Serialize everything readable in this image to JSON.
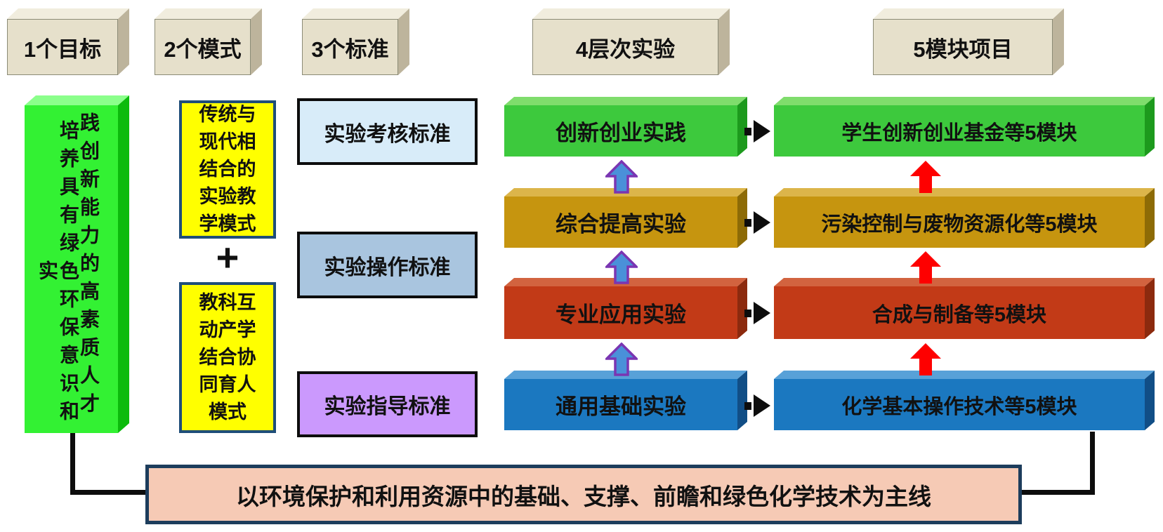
{
  "header": {
    "items": [
      "1个目标",
      "2个模式",
      "3个标准",
      "4层次实验",
      "5模块项目"
    ],
    "box_color": "#e6e0cb"
  },
  "goal_tower": {
    "column1": "培养具有绿色环保意识和实",
    "column2": "践创新能力的高素质人才",
    "color": "#33f133"
  },
  "modes": {
    "box1": "传统与\n现代相\n结合的\n实验教\n学模式",
    "plus": "+",
    "box2": "教科互\n动产学\n结合协\n同育人\n模式",
    "bg_color": "#ffff00",
    "border_color": "#1f4e79"
  },
  "standards": {
    "items": [
      {
        "label": "实验考核标准",
        "color": "#d8ecf9"
      },
      {
        "label": "实验操作标准",
        "color": "#a9c5df"
      },
      {
        "label": "实验指导标准",
        "color": "#cb99fd"
      }
    ]
  },
  "level4": {
    "rows": [
      {
        "label": "创新创业实践",
        "color": "#3dc93d"
      },
      {
        "label": "综合提高实验",
        "color": "#c6950f"
      },
      {
        "label": "专业应用实验",
        "color": "#c23a17"
      },
      {
        "label": "通用基础实验",
        "color": "#1b78c0"
      }
    ]
  },
  "level5": {
    "rows": [
      {
        "label": "学生创新创业基金等5模块",
        "color": "#3dc93d"
      },
      {
        "label": "污染控制与废物资源化等5模块",
        "color": "#c6950f"
      },
      {
        "label": "合成与制备等5模块",
        "color": "#c23a17"
      },
      {
        "label": "化学基本操作技术等5模块",
        "color": "#1b78c0"
      }
    ]
  },
  "arrows": {
    "level_up_fill": "#4a90d9",
    "level_up_outline": "#7a35b2",
    "module_up_color": "#fe0000",
    "flow_connector_color": "#0d0d0d"
  },
  "baseline": {
    "label": "以环境保护和利用资源中的基础、支撑、前瞻和绿色化学技术为主线",
    "bg_color": "#f6cab5",
    "border_color": "#1d3d5c",
    "line_color": "#0d0d0d"
  }
}
